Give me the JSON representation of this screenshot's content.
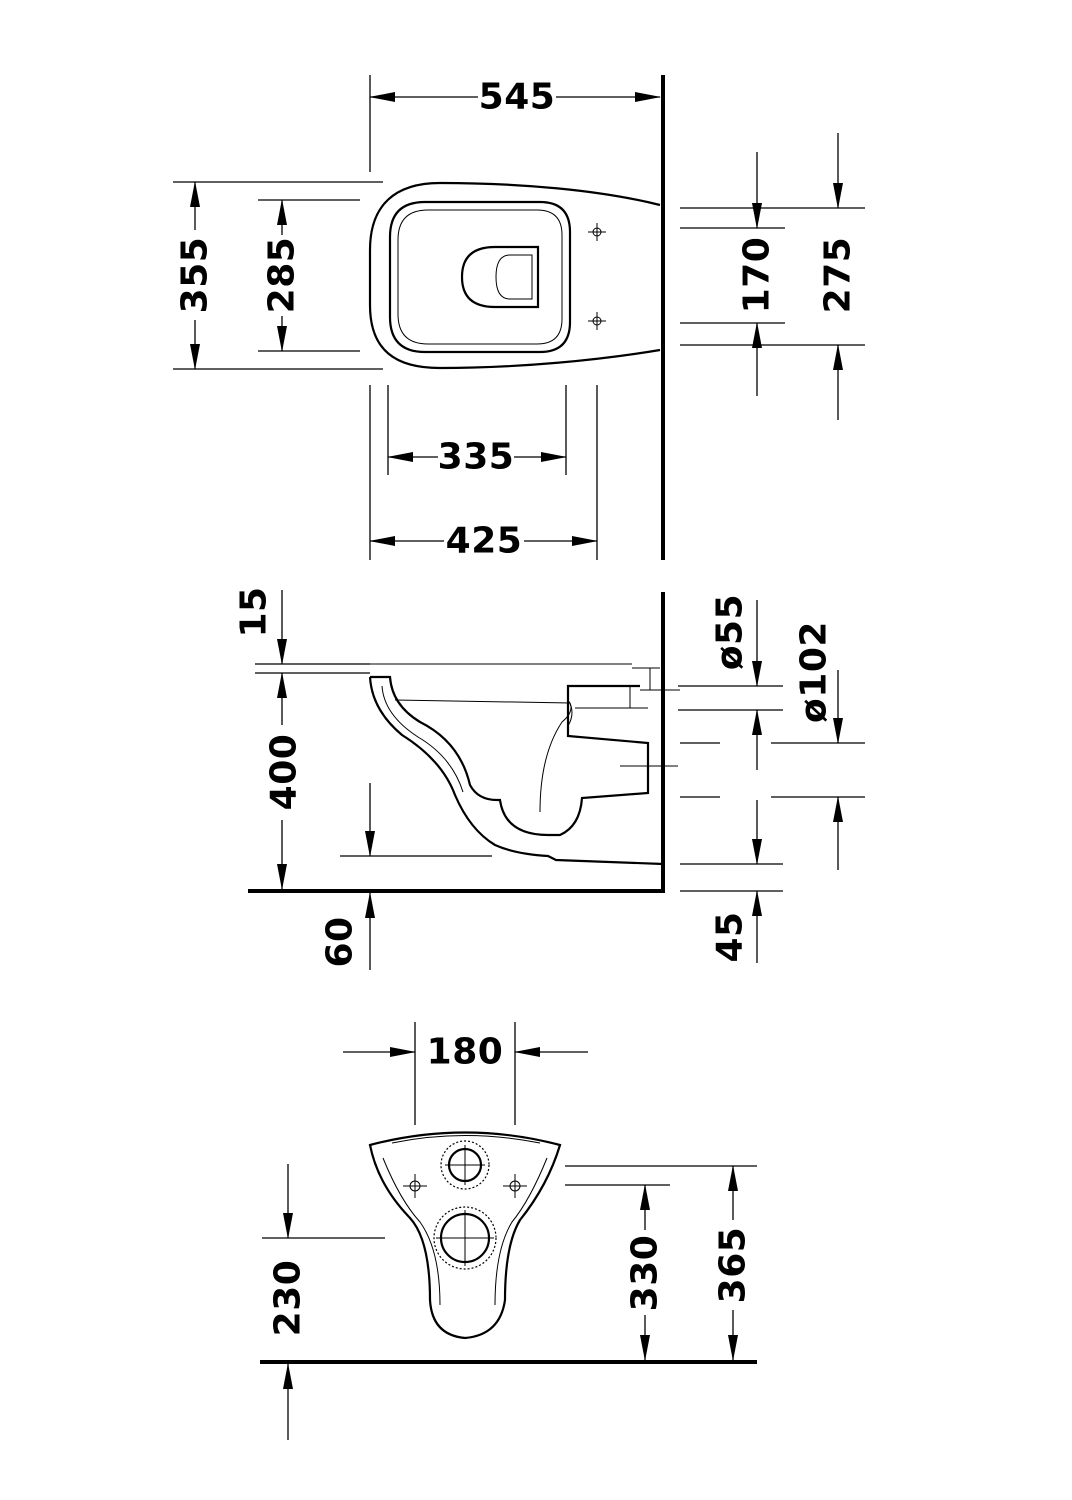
{
  "colors": {
    "line": "#000000",
    "background": "#ffffff"
  },
  "top_view": {
    "length": "545",
    "width_outer": "355",
    "width_inner": "285",
    "seat_depth_inner": "335",
    "seat_depth_outer": "425",
    "fixing_holes": "170",
    "fixing_outer": "275"
  },
  "side_view": {
    "seat_offset": "15",
    "rim_height": "400",
    "floor_clearance": "60",
    "inlet_diameter": "ø55",
    "outlet_diameter": "ø102",
    "outlet_height": "45"
  },
  "front_view": {
    "hole_spacing": "180",
    "outlet_height": "230",
    "inlet_height": "330",
    "total_height": "365"
  }
}
